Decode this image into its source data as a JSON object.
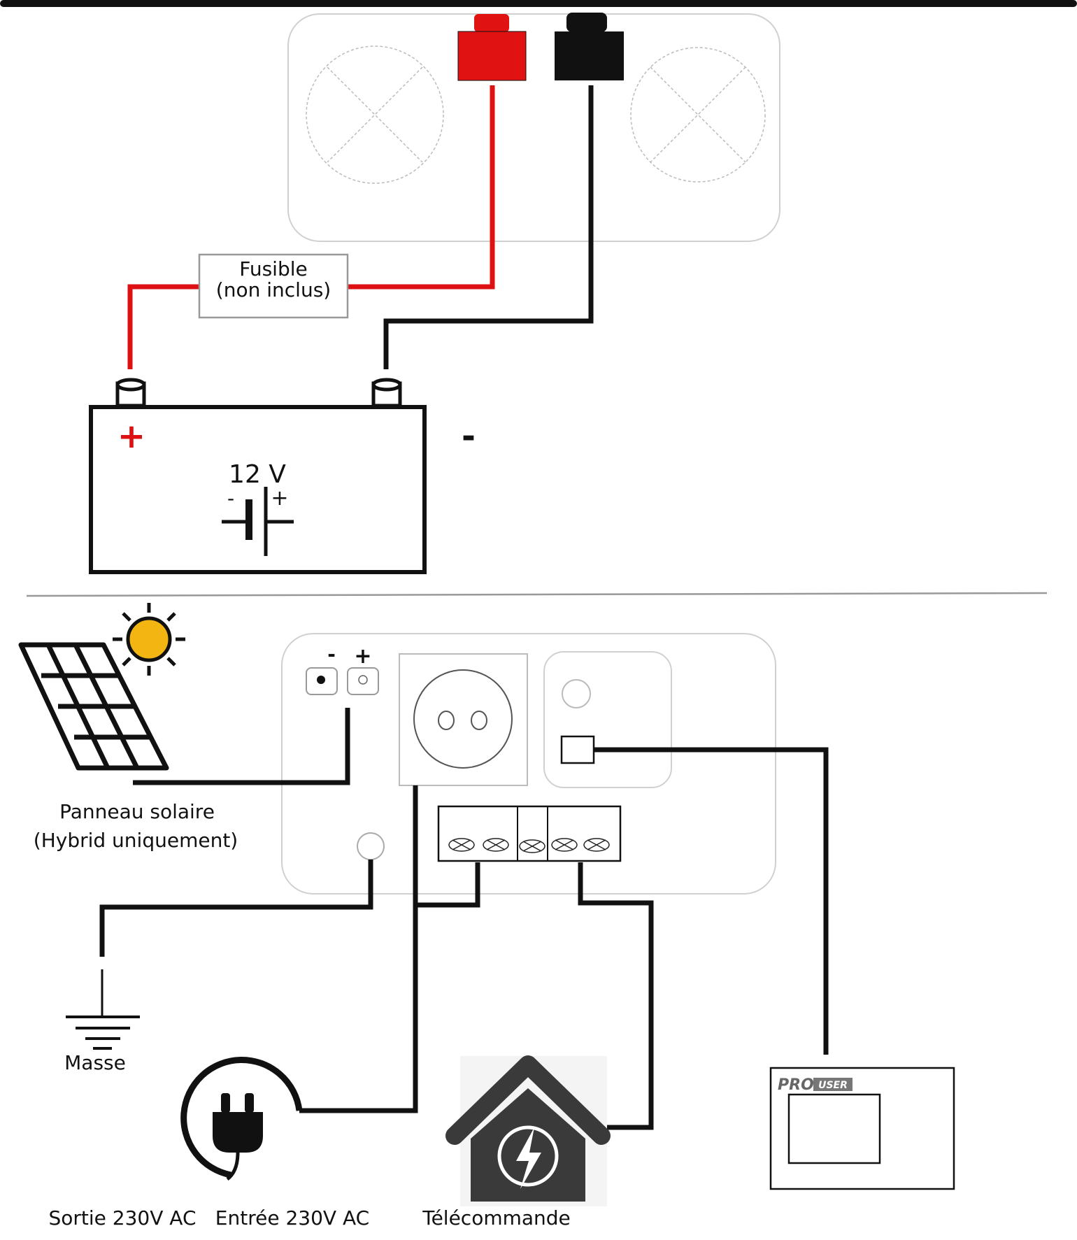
{
  "labels": {
    "fuse_line1": "Fusible",
    "fuse_line2": "(non inclus)",
    "battery_plus": "+",
    "battery_voltage": "12 V",
    "battery_symbol_minus": "-",
    "battery_symbol_plus": "+",
    "battery_side_minus": "-",
    "solar_input_minus": "-",
    "solar_input_plus": "+",
    "solar_line1": "Panneau solaire",
    "solar_line2": "(Hybrid uniquement)",
    "ground": "Masse",
    "output_ac": "Sortie 230V AC",
    "input_ac": "Entrée 230V AC",
    "remote": "Télécommande",
    "remote_brand": "PRO",
    "remote_brand_suffix": "USER"
  },
  "colors": {
    "positive_wire": "#dd1111",
    "negative_wire": "#111111",
    "device_outline": "#cccccc",
    "sun": "#f3b512"
  }
}
